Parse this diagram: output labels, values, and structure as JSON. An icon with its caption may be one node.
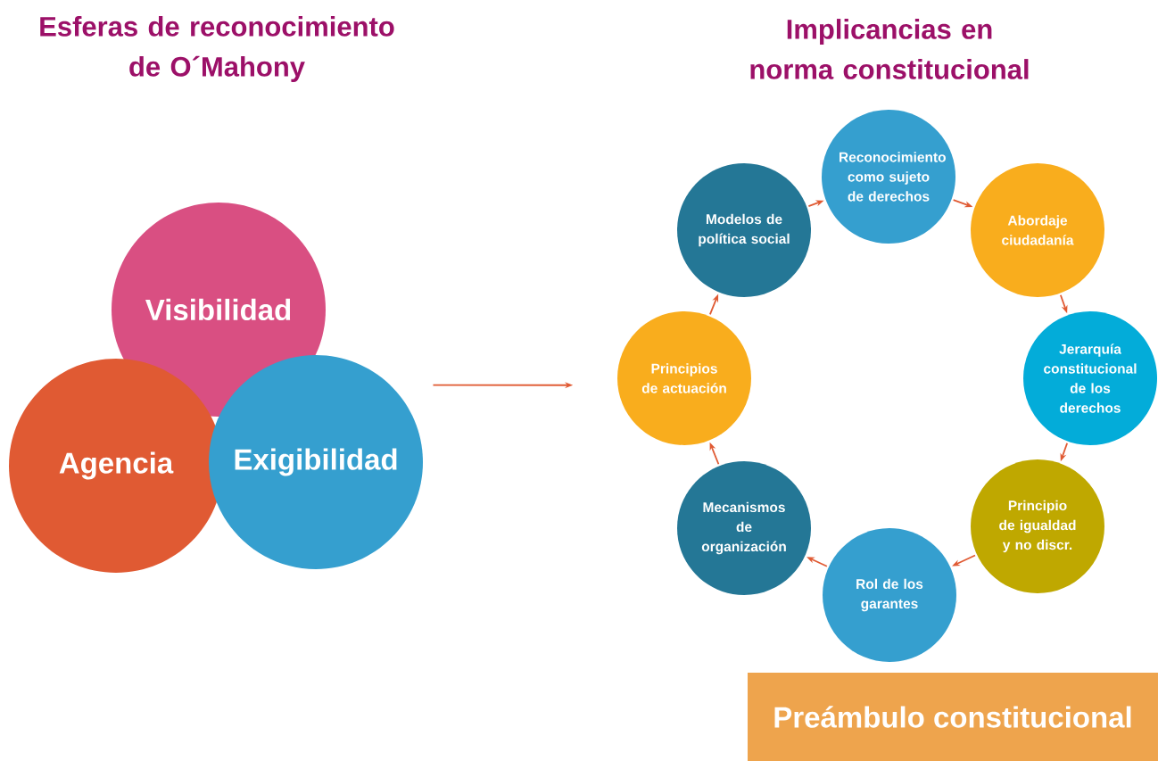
{
  "diagram": {
    "nodes": [
      {
        "text": [
          "Visibilidad"
        ]
      },
      {
        "text": [
          "Agencia"
        ]
      },
      {
        "text": [
          "Exigibilidad"
        ]
      },
      {
        "text": [
          "Reconocimiento como sujeto de derechos"
        ]
      },
      {
        "text": [
          "Abordaje ciudadanía"
        ]
      },
      {
        "text": [
          "Jerarquía constitucional de los derechos"
        ]
      },
      {
        "text": [
          "Principio de igualdad y no discr."
        ]
      },
      {
        "text": [
          "Rol de los garantes"
        ]
      },
      {
        "text": [
          "Mecanismos de organización"
        ]
      },
      {
        "text": [
          "Principios de actuación"
        ]
      },
      {
        "text": [
          "Modelos de política social"
        ]
      },
      {
        "text": [
          "Preámbulo constitucional"
        ]
      }
    ],
    "edges": [
      {
        "from": 2,
        "to": 9,
        "arrow": "to"
      },
      {
        "from": 10,
        "to": 3,
        "arrow": "to"
      },
      {
        "from": 3,
        "to": 4,
        "arrow": "to"
      },
      {
        "from": 4,
        "to": 5,
        "arrow": "to"
      },
      {
        "from": 5,
        "to": 6,
        "arrow": "to"
      },
      {
        "from": 6,
        "to": 7,
        "arrow": "to"
      },
      {
        "from": 7,
        "to": 8,
        "arrow": "to"
      },
      {
        "from": 8,
        "to": 9,
        "arrow": "to"
      },
      {
        "from": 9,
        "to": 10,
        "arrow": "to"
      }
    ],
    "labels": [
      "Esferas de reconocimiento de O´Mahony",
      "Implicancias en norma constitucional"
    ]
  }
}
